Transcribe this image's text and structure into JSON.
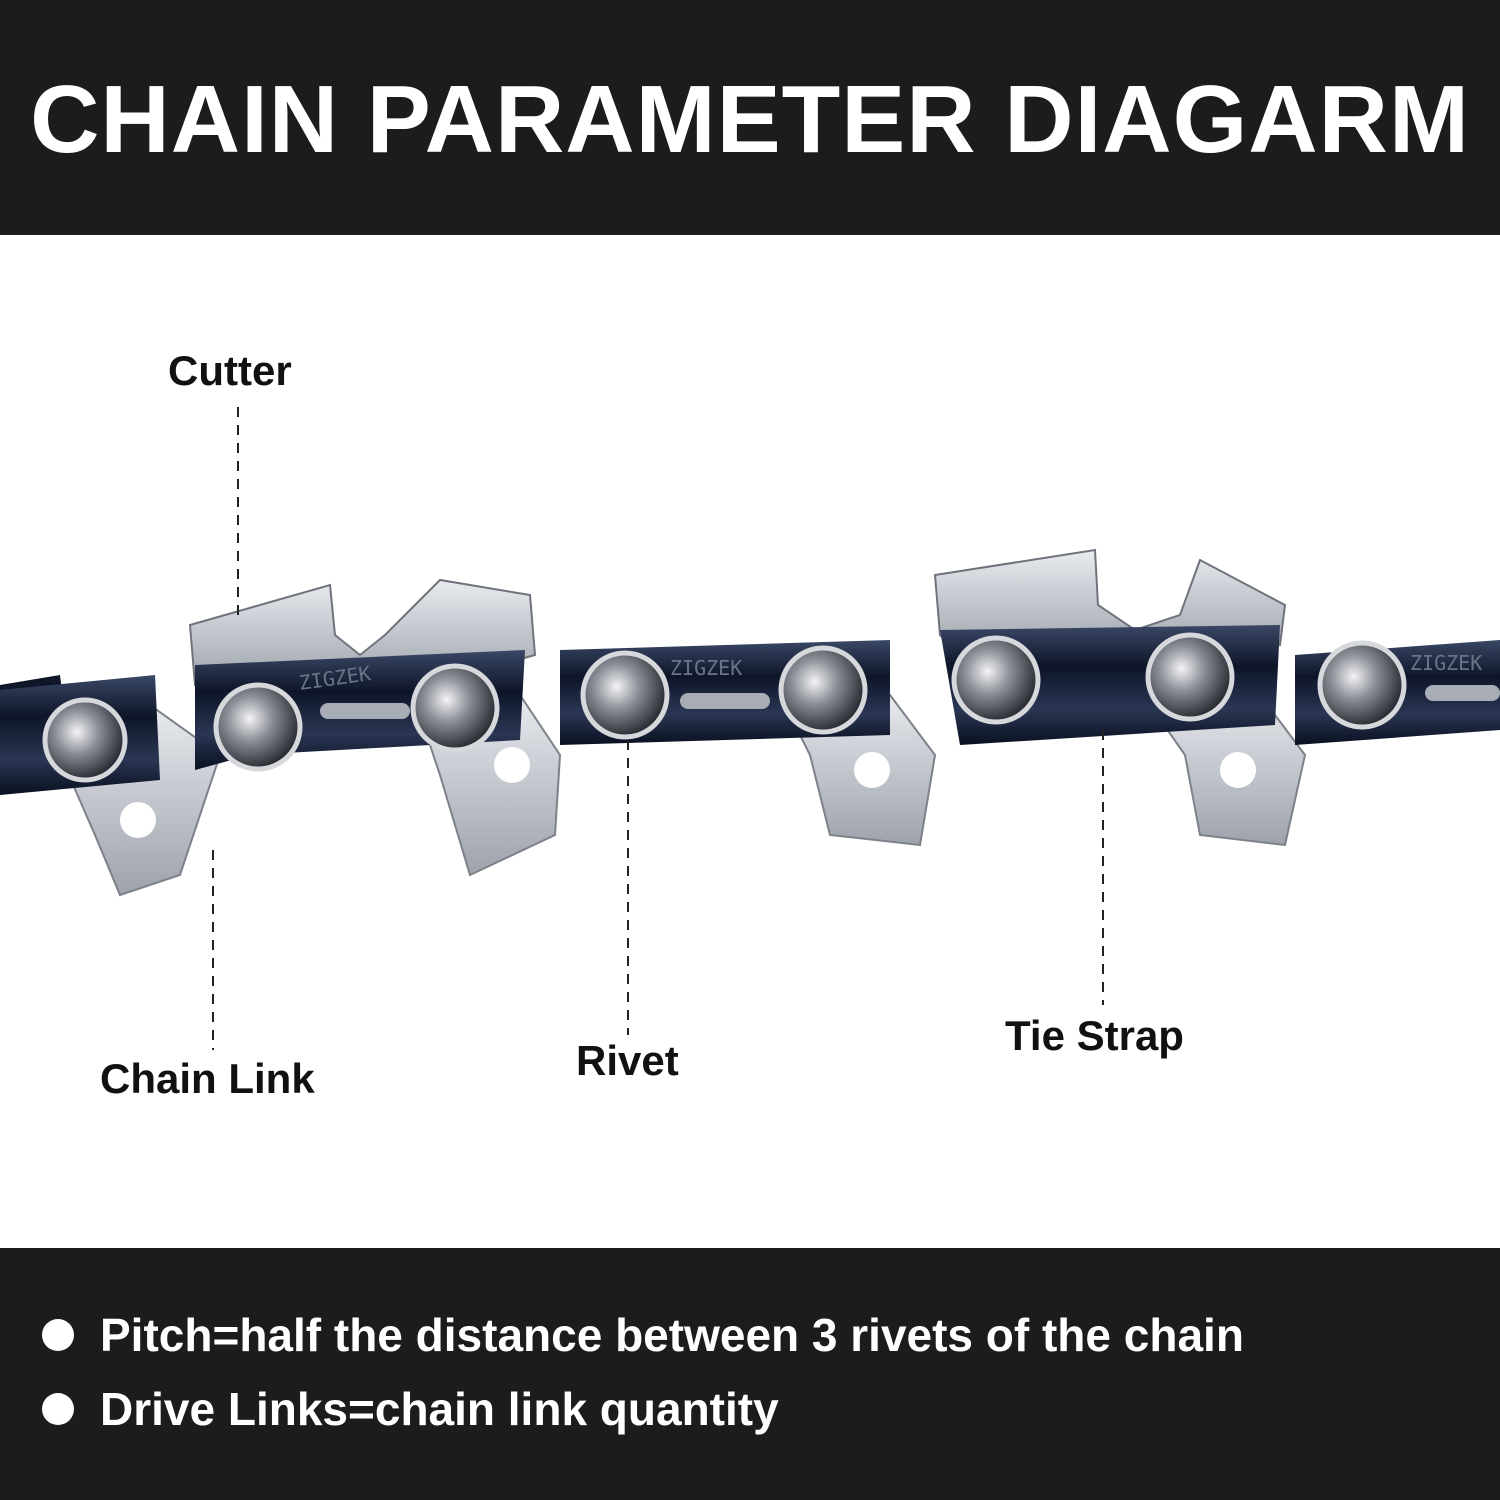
{
  "header": {
    "title": "CHAIN PARAMETER DIAGARM"
  },
  "diagram": {
    "labels": {
      "cutter": "Cutter",
      "chain_link": "Chain Link",
      "rivet": "Rivet",
      "tie_strap": "Tie Strap"
    },
    "engraving": "ZIGZEK",
    "colors": {
      "banner": "#1c1c1c",
      "metal": "#c9ccd2",
      "plate_dark": "#1d2a44",
      "label_text": "#111111"
    }
  },
  "notes": [
    "Pitch=half the distance between 3 rivets of the chain",
    "Drive Links=chain link quantity"
  ]
}
